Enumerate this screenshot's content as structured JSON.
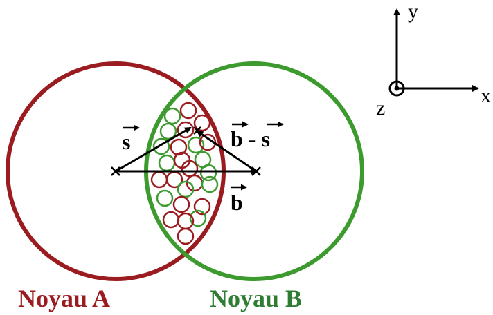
{
  "nucleus_a": {
    "label": "Noyau A",
    "color": "#9b1c20"
  },
  "nucleus_b": {
    "label": "Noyau B",
    "color": "#3d9a2f"
  },
  "vectors": {
    "s_label": "s",
    "b_label": "b",
    "b_minus_s_label": "b - s"
  },
  "axes": {
    "x_label": "x",
    "y_label": "y",
    "z_label": "z"
  },
  "colors": {
    "nucleon_red": "#9b1c20",
    "nucleon_green": "#3d9a2f",
    "ink": "#000000"
  }
}
